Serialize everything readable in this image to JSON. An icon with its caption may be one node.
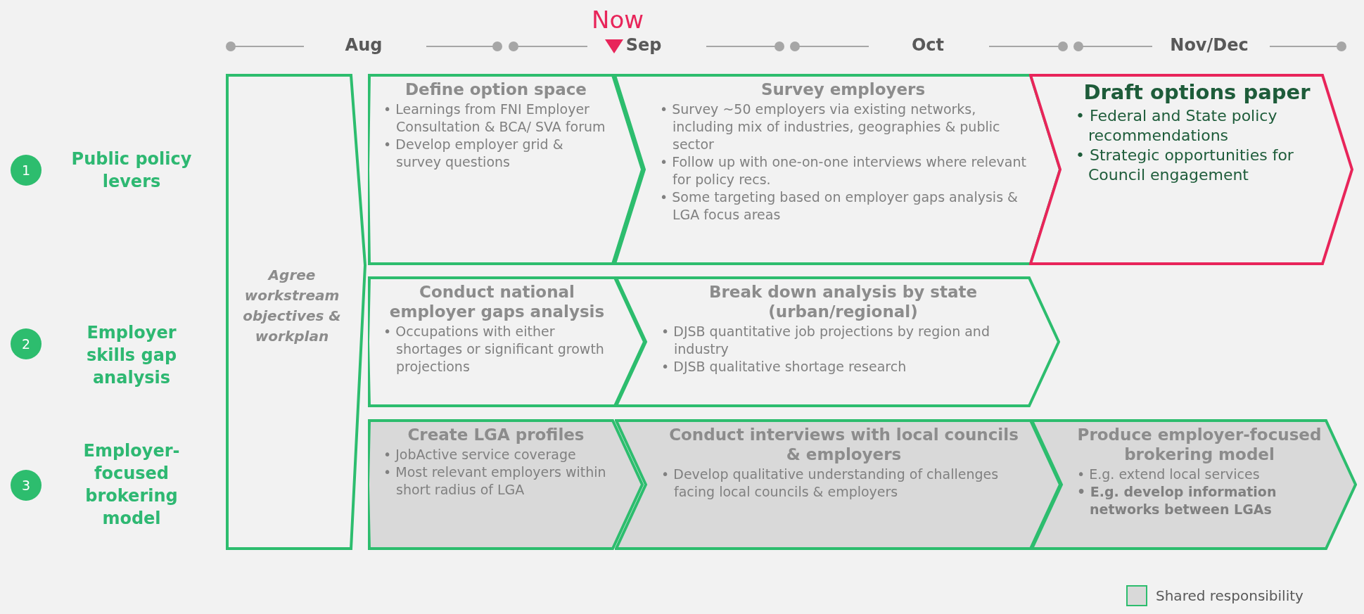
{
  "diagram": {
    "nodes": [
      {
        "text": [
          "1"
        ],
        "beside": [
          "Public policy levers"
        ]
      },
      {
        "text": [
          "2"
        ],
        "beside": [
          "Employer skills gap analysis"
        ]
      },
      {
        "text": [
          "3"
        ],
        "beside": [
          "Employer-focused brokering model"
        ]
      },
      {
        "text": [
          "Agree workstream objectives & workplan"
        ]
      },
      {
        "text": [
          "Define option space",
          "• Learnings from FNI Employer Consultation & BCA/ SVA forum",
          "• Develop employer grid & survey questions"
        ]
      },
      {
        "text": [
          "Survey employers",
          "• Survey ~50 employers via existing networks, including mix of industries, geographies & public sector",
          "• Follow up with one-on-one interviews where relevant for policy recs.",
          "• Some targeting based on employer gaps analysis & LGA focus areas"
        ]
      },
      {
        "text": [
          "Draft options paper",
          "• Federal and State policy recommendations",
          "• Strategic opportunities for Council engagement"
        ]
      },
      {
        "text": [
          "Conduct national employer gaps analysis",
          "• Occupations with either shortages or significant growth projections"
        ]
      },
      {
        "text": [
          "Break down analysis by state (urban/regional)",
          "• DJSB quantitative job projections by region and industry",
          "• DJSB qualitative shortage research"
        ]
      },
      {
        "text": [
          "Create LGA profiles",
          "• JobActive service coverage",
          "• Most relevant employers within short radius of LGA"
        ]
      },
      {
        "text": [
          "Conduct interviews with local councils & employers",
          "• Develop qualitative understanding of challenges facing local councils & employers"
        ]
      },
      {
        "text": [
          "Produce employer-focused brokering model",
          "• E.g. extend local services",
          "• E.g. develop information networks between LGAs"
        ]
      }
    ],
    "edges": [],
    "labels": [
      "Now",
      "Aug",
      "Sep",
      "Oct",
      "Nov/Dec"
    ],
    "legend": [
      {
        "text": "Shared responsibility",
        "color": "#d9d9d9"
      }
    ]
  }
}
